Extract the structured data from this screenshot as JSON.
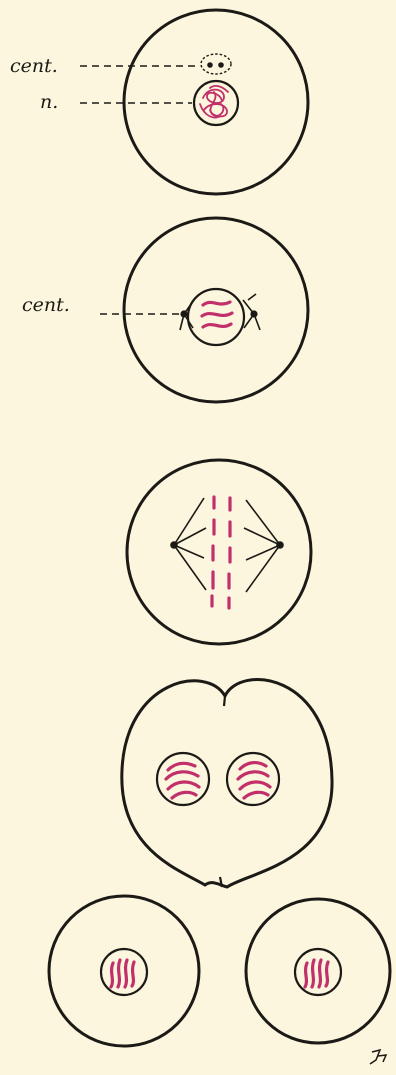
{
  "labels": {
    "centrosome_top": "cent.",
    "nucleus": "n.",
    "centrosome_second": "cent."
  },
  "monogram": "JV",
  "colors": {
    "background": "#fbf6dd",
    "outline": "#1c1a16",
    "chromosome": "#c2306c"
  }
}
